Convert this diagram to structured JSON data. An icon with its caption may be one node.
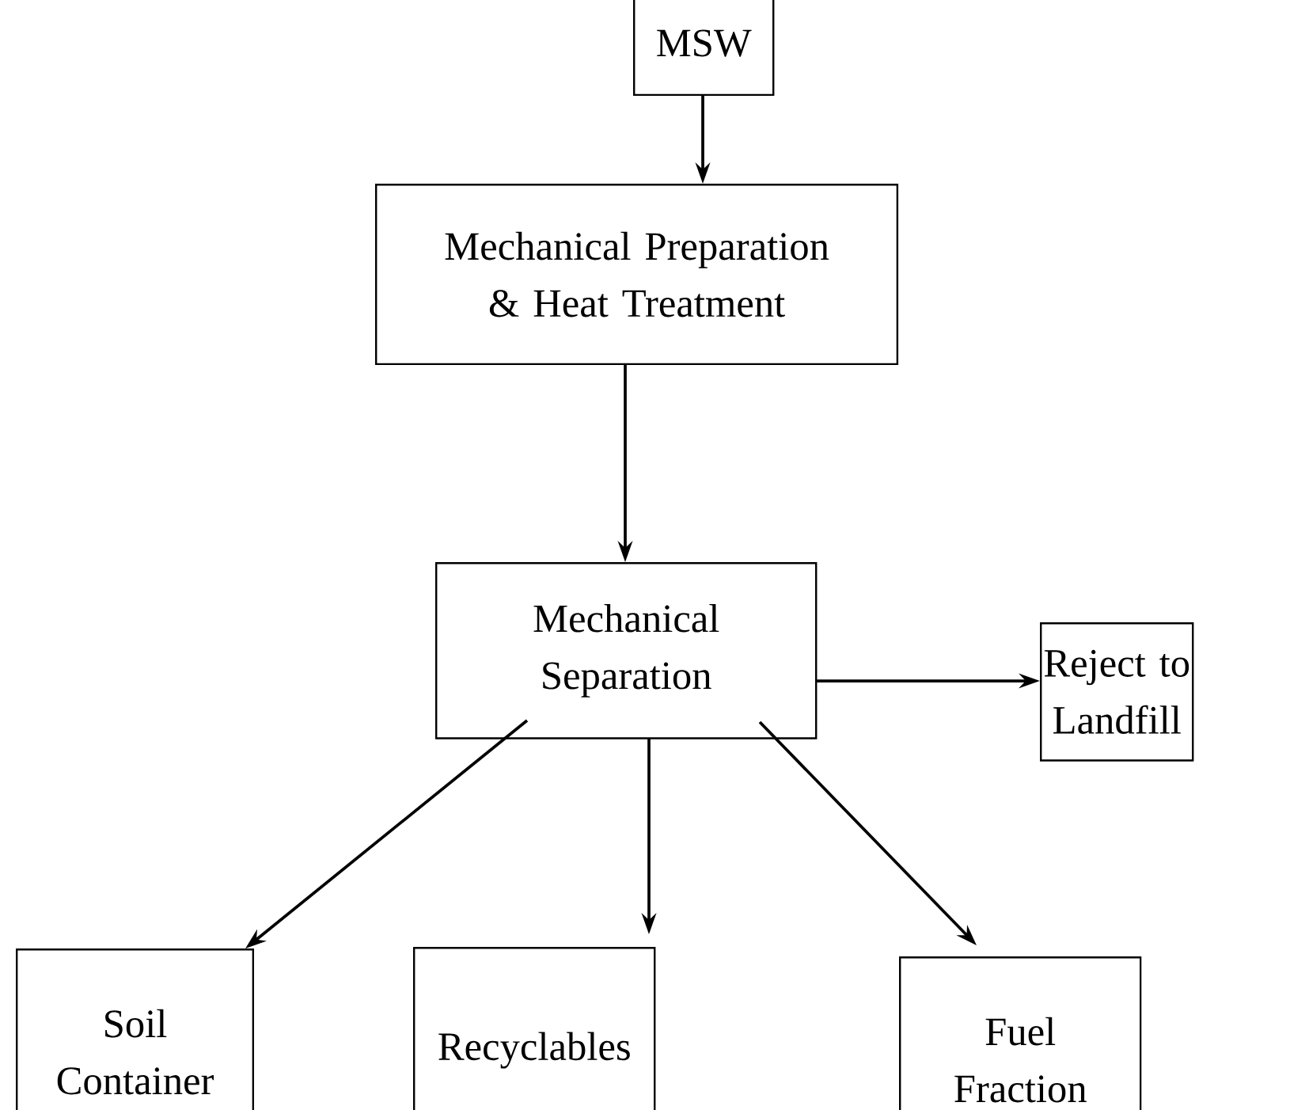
{
  "diagram": {
    "nodes": [
      {
        "text": [
          "MSW"
        ]
      },
      {
        "text": [
          "Mechanical Preparation & Heat Treatment"
        ]
      },
      {
        "text": [
          "Mechanical Separation"
        ]
      },
      {
        "text": [
          "Reject to Landfill"
        ]
      },
      {
        "text": [
          "Soil Container"
        ]
      },
      {
        "text": [
          "Recyclables"
        ]
      },
      {
        "text": [
          "Fuel Fraction"
        ]
      }
    ],
    "edges": [
      {
        "from": 0,
        "to": 1,
        "arrow": "to"
      },
      {
        "from": 1,
        "to": 2,
        "arrow": "to"
      },
      {
        "from": 2,
        "to": 3,
        "arrow": "to"
      },
      {
        "from": 2,
        "to": 4,
        "arrow": "to"
      },
      {
        "from": 2,
        "to": 5,
        "arrow": "to"
      },
      {
        "from": 2,
        "to": 6,
        "arrow": "to"
      }
    ]
  }
}
